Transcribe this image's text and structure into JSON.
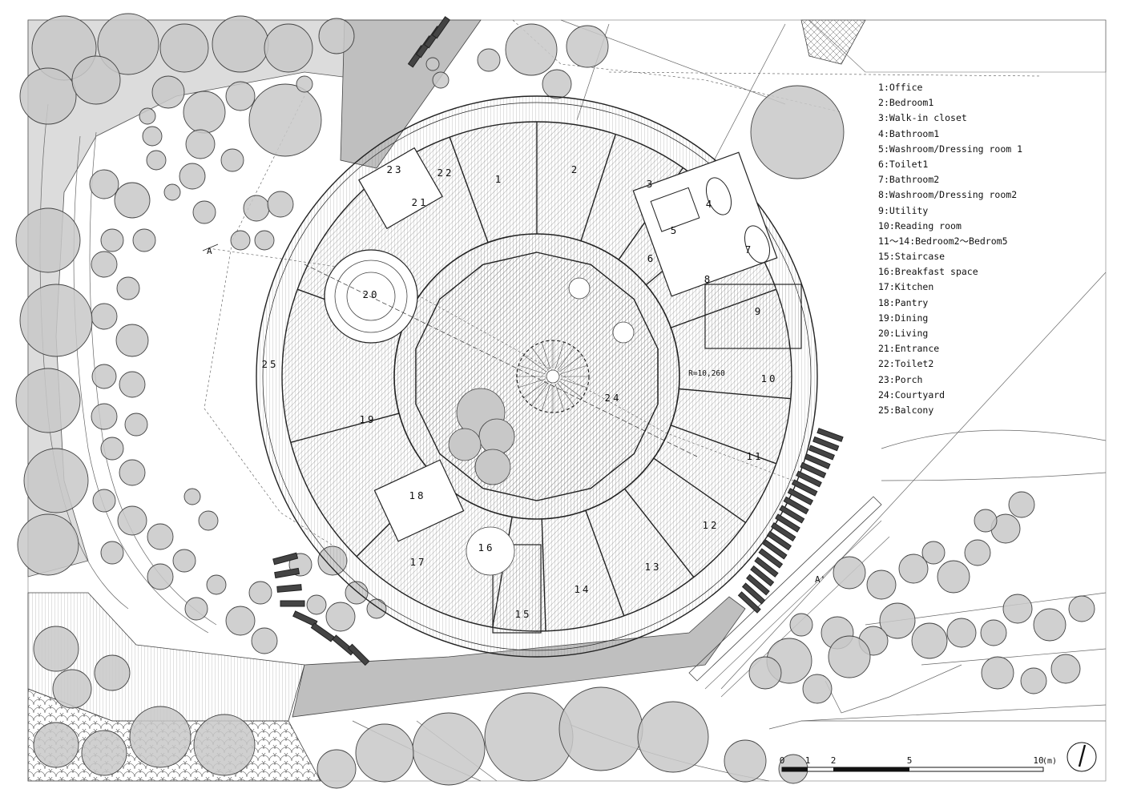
{
  "legend": [
    {
      "num": "1",
      "name": "Office"
    },
    {
      "num": "2",
      "name": "Bedroom1"
    },
    {
      "num": "3",
      "name": "Walk-in closet"
    },
    {
      "num": "4",
      "name": "Bathroom1"
    },
    {
      "num": "5",
      "name": "Washroom/Dressing room 1"
    },
    {
      "num": "6",
      "name": "Toilet1"
    },
    {
      "num": "7",
      "name": "Bathroom2"
    },
    {
      "num": "8",
      "name": "Washroom/Dressing room2"
    },
    {
      "num": "9",
      "name": "Utility"
    },
    {
      "num": "10",
      "name": "Reading room"
    },
    {
      "num": "11～14",
      "name": "Bedroom2～Bedrom5"
    },
    {
      "num": "15",
      "name": "Staircase"
    },
    {
      "num": "16",
      "name": "Breakfast space"
    },
    {
      "num": "17",
      "name": "Kitchen"
    },
    {
      "num": "18",
      "name": "Pantry"
    },
    {
      "num": "19",
      "name": "Dining"
    },
    {
      "num": "20",
      "name": "Living"
    },
    {
      "num": "21",
      "name": "Entrance"
    },
    {
      "num": "22",
      "name": "Toilet2"
    },
    {
      "num": "23",
      "name": "Porch"
    },
    {
      "num": "24",
      "name": "Courtyard"
    },
    {
      "num": "25",
      "name": "Balcony"
    }
  ],
  "room_labels": [
    "1",
    "2",
    "3",
    "4",
    "5",
    "6",
    "7",
    "8",
    "9",
    "10",
    "11",
    "12",
    "13",
    "14",
    "15",
    "16",
    "17",
    "18",
    "19",
    "20",
    "21",
    "22",
    "23",
    "24",
    "25"
  ],
  "radius_label": "R=10,260",
  "section_mark": "A",
  "section_mark_2": "A'",
  "scale_bar": {
    "ticks": [
      "0",
      "1",
      "2",
      "5",
      "10"
    ],
    "unit": "(m)"
  },
  "colors": {
    "tree_fill": "#c8c8c8",
    "tree_stroke": "#444444",
    "ground_fill": "#bdbdbd",
    "line": "#222222",
    "paving_fill": "#d9d9d9"
  }
}
